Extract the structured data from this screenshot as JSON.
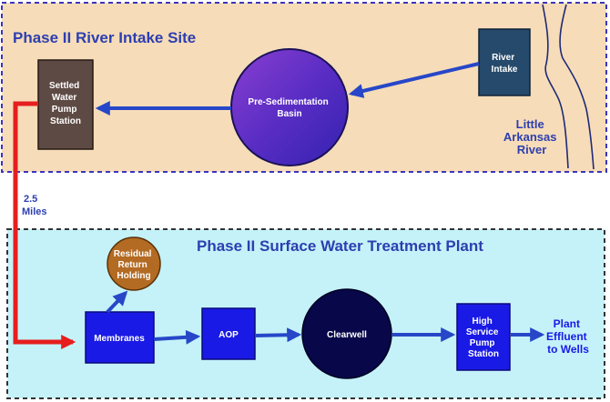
{
  "colors": {
    "intake_bg": "#f6dcb8",
    "plant_bg": "#c4f2f8",
    "border_intake": "#3a35c0",
    "border_plant": "#333333",
    "title": "#2d3fb0",
    "box_fill": "#1a1ae6",
    "box_dark": "#264a6b",
    "settled_fill": "#5e4a44",
    "pipe_red": "#e61e1e",
    "arrow_blue": "#2747c8",
    "residual_fill": "#b36a22",
    "clearwell_fill": "#07074a",
    "basin_fill": "#6a32c8",
    "river_lines": "#1e2a78"
  },
  "intake_site": {
    "title": "Phase II River Intake Site",
    "river_intake": [
      "River",
      "Intake"
    ],
    "pre_sedimentation_basin": [
      "Pre-Sedimentation",
      "Basin"
    ],
    "settled_water_pump_station": [
      "Settled",
      "Water",
      "Pump",
      "Station"
    ],
    "river_name": [
      "Little",
      "Arkansas",
      "River"
    ]
  },
  "distance": [
    "2.5",
    "Miles"
  ],
  "plant": {
    "title": "Phase II Surface Water Treatment Plant",
    "residual": [
      "Residual",
      "Return",
      "Holding"
    ],
    "membranes": "Membranes",
    "aop": "AOP",
    "clearwell": "Clearwell",
    "high_service": [
      "High",
      "Service",
      "Pump",
      "Station"
    ],
    "effluent": [
      "Plant",
      "Effluent",
      "to Wells"
    ]
  }
}
